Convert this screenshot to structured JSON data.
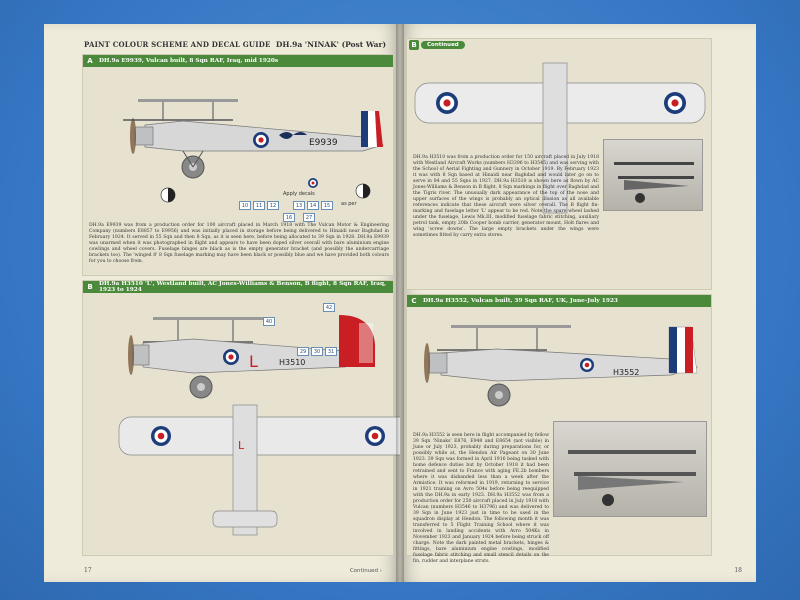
{
  "left_page": {
    "header_left": "PAINT COLOUR SCHEME AND DECAL GUIDE",
    "header_right": "DH.9a 'NINAK' (Post War)",
    "page_number": "17",
    "continued": "Continued ›",
    "section_a": {
      "letter": "A",
      "title": "DH.9a E9939, Vulcan built, 8 Sqn RAF, Iraq, mid 1920s",
      "serial": "E9939",
      "apply_decals": "Apply decals",
      "as_per": "as per",
      "text": "DH.9a E9939 was from a production order for 100 aircraft placed in March 1918 with The Vulcan Motor & Engineering Company (numbers E8857 to E9956) and was initially placed in storage before being delivered to Hinaidi near Baghdad in February 1924. It served in 55 Sqn and then 8 Sqn, as it is seen here, before being allocated to 39 Sqn in 1928. DH.9a E9939 was unarmed when it was photographed in flight and appears to have been doped silver overall with bare aluminium engine cowlings and wheel covers. Fuselage hinges are black as is the empty generator bracket (and possibly the undercarriage brackets too). The 'winged 8' 8 Sqn fuselage marking may have been black or possibly blue and we have provided both colours for you to choose from."
    },
    "section_b": {
      "letter": "B",
      "title": "DH.9a H3510 'L', Westland built, AC Jones-Williams & Benson, B flight, 8 Sqn RAF, Iraq, 1923 to 1924",
      "serial": "H3510",
      "code": "L"
    }
  },
  "right_page": {
    "page_number": "18",
    "section_b_cont": {
      "letter": "B",
      "label": "Continued",
      "text": "DH.9a H3510 was from a production order for 150 aircraft placed in July 1918 with Westland Aircraft Works (numbers H3396 to H3545) and was serving with the School of Aerial Fighting and Gunnery in October 1919. By February 1923 it was with 8 Sqn based at Hinaidi near Baghdad and would later go on to serve in 84 and 55 Sqns in 1927. DH.9a H3510 is shown here as flown by AC Jones-Williams & Benson in B flight, 8 Sqn markings in flight over Baghdad and the Tigris river. The unusually dark appearance of the top of the nose and upper surfaces of the wings is probably an optical illusion as all available references indicate that these aircraft were silver overall. The B flight fin-marking and fuselage letter 'L' appear to be red. Note the spare wheel lashed under the fuselage, Lewis Mk.III, modified fuselage fabric stitching, auxiliary petrol tank, empty 20lb Cooper bomb carrier, generator mount, Holt flares and wing 'screw downs'. The large empty brackets under the wings were sometimes fitted by carry extra stores."
    },
    "section_c": {
      "letter": "C",
      "title": "DH.9a H3552, Vulcan built, 39 Sqn RAF, UK, June-July 1923",
      "serial": "H3552",
      "text": "DH.9a H3552 is seen here in flight accompanied by fellow 39 Sqn 'Ninaks' E876, E948 and E8654 (not visible) in June or July 1923, probably during preparations for, or possibly while at, the Hendon Air Pageant on 30 June 1923. 39 Sqn was formed in April 1916 being tasked with home defence duties but by October 1918 it had been retrained and sent to France with aging FE.2b bombers where it was disbanded less than a week after the Armistice. It was reformed in 1919, returning to service in 1921 training on Avro 504s before being reequipped with the DH.9a in early 1923. DH.9a H3552 was from a production order for 250 aircraft placed in July 1918 with Vulcan (numbers H3546 to H3796) and was delivered to 39 Sqn in June 1923 just in time to be used in the squadron display at Hendon. The following month it was transferred to 5 Flight Training School where it was involved in landing accidents with Avro 504Ks in November 1923 and January 1924 before being struck off charge. Note the dark painted metal brackets, hinges & fittings, bare aluminium engine cowlings, modified fuselage fabric stitching and small stencil details on the fin, rudder and interplane struts."
    }
  },
  "colors": {
    "page": "#efebdb",
    "panel": "#e6e2cf",
    "section_green": "#4a8a3a",
    "roundel_blue": "#1d3d7a",
    "roundel_red": "#c81e24",
    "background_blue": "#3b7fcb"
  }
}
